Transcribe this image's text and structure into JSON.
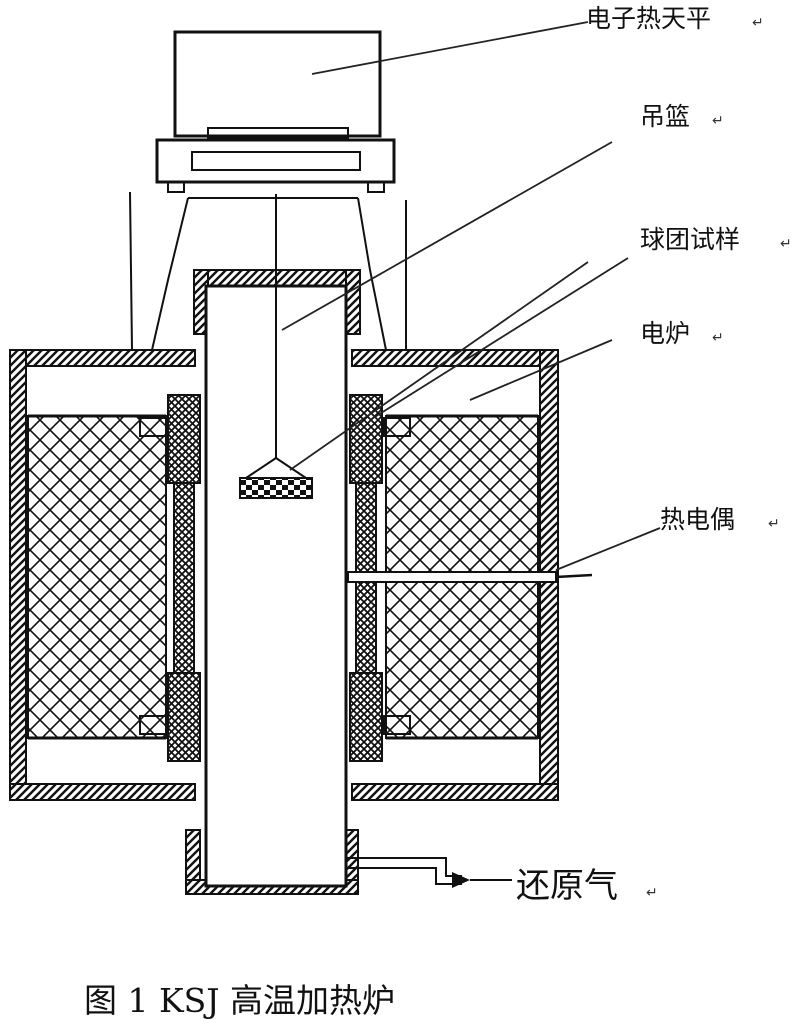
{
  "labels": {
    "balance": "电子热天平",
    "basket": "吊篮",
    "sample": "球团试样",
    "furnace": "电炉",
    "thermocouple": "热电偶",
    "reducing_gas": "还原气"
  },
  "caption": "图 1 KSJ 高温加热炉",
  "return_mark": "↵"
}
